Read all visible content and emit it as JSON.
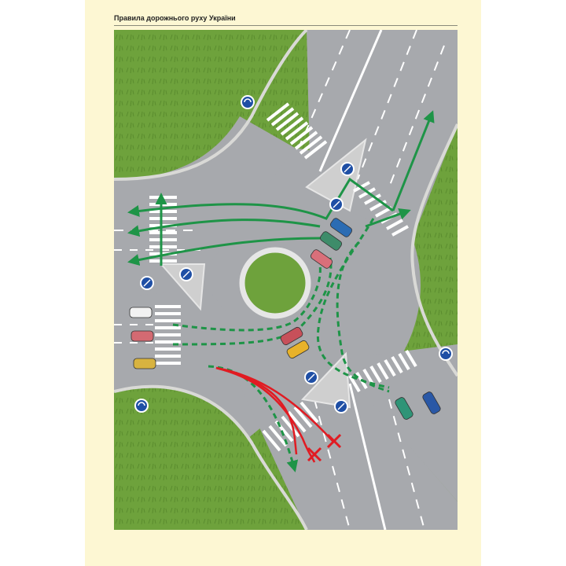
{
  "header": {
    "title": "Правила дорожнього руху України"
  },
  "colors": {
    "page_background": "#fdf7d3",
    "grass": "#6ea23c",
    "road": "#a7a9ad",
    "allowed_path": "#1e9447",
    "forbidden_path": "#e11b22",
    "sign_blue": "#1f4fa5"
  },
  "diagram": {
    "subject": "roundabout intersection",
    "allowed_path_color": "green",
    "forbidden_path_color": "red",
    "forbidden_marker": "red-cross",
    "vehicles": [
      {
        "color": "#2b6cb3"
      },
      {
        "color": "#3e8c6a"
      },
      {
        "color": "#d96f7a"
      },
      {
        "color": "#c7505a"
      },
      {
        "color": "#e8b22a"
      },
      {
        "color": "#f2f2f2"
      },
      {
        "color": "#d36a72"
      },
      {
        "color": "#d8b340"
      },
      {
        "color": "#2f9477"
      },
      {
        "color": "#2a58a6"
      }
    ]
  }
}
